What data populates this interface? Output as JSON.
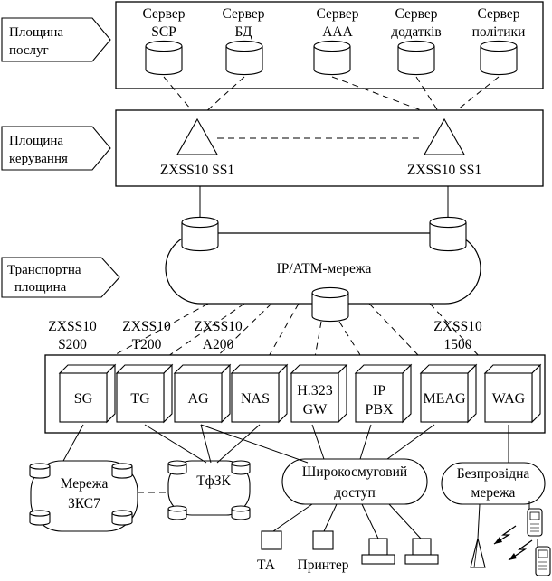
{
  "planes": {
    "services": [
      "Площина",
      "послуг"
    ],
    "control": [
      "Площина",
      "керування"
    ],
    "transport": [
      "Транспортна",
      "площина"
    ]
  },
  "servers": [
    {
      "l1": "Сервер",
      "l2": "SCP"
    },
    {
      "l1": "Сервер",
      "l2": "БД"
    },
    {
      "l1": "Сервер",
      "l2": "AAA"
    },
    {
      "l1": "Сервер",
      "l2": "додатків"
    },
    {
      "l1": "Сервер",
      "l2": "політики"
    }
  ],
  "softswitches": [
    "ZXSS10 SS1",
    "ZXSS10 SS1"
  ],
  "core_network": "IP/ATM-мережа",
  "gateway_labels": [
    {
      "l1": "ZXSS10",
      "l2": "S200"
    },
    {
      "l1": "ZXSS10",
      "l2": "T200"
    },
    {
      "l1": "ZXSS10",
      "l2": "A200"
    },
    {
      "l1": "ZXSS10",
      "l2": "1500"
    }
  ],
  "devices": [
    {
      "l1": "SG",
      "l2": ""
    },
    {
      "l1": "TG",
      "l2": ""
    },
    {
      "l1": "AG",
      "l2": ""
    },
    {
      "l1": "NAS",
      "l2": ""
    },
    {
      "l1": "H.323",
      "l2": "GW"
    },
    {
      "l1": "IP",
      "l2": "PBX"
    },
    {
      "l1": "MEAG",
      "l2": ""
    },
    {
      "l1": "WAG",
      "l2": ""
    }
  ],
  "access_networks": {
    "ss7": [
      "Мережа",
      "ЗКС7"
    ],
    "pstn": "ТфЗК",
    "broadband": [
      "Широкосмуговий",
      "доступ"
    ],
    "wireless": [
      "Безпровідна",
      "мережа"
    ]
  },
  "terminals": {
    "phone": "ТА",
    "printer": "Принтер"
  }
}
